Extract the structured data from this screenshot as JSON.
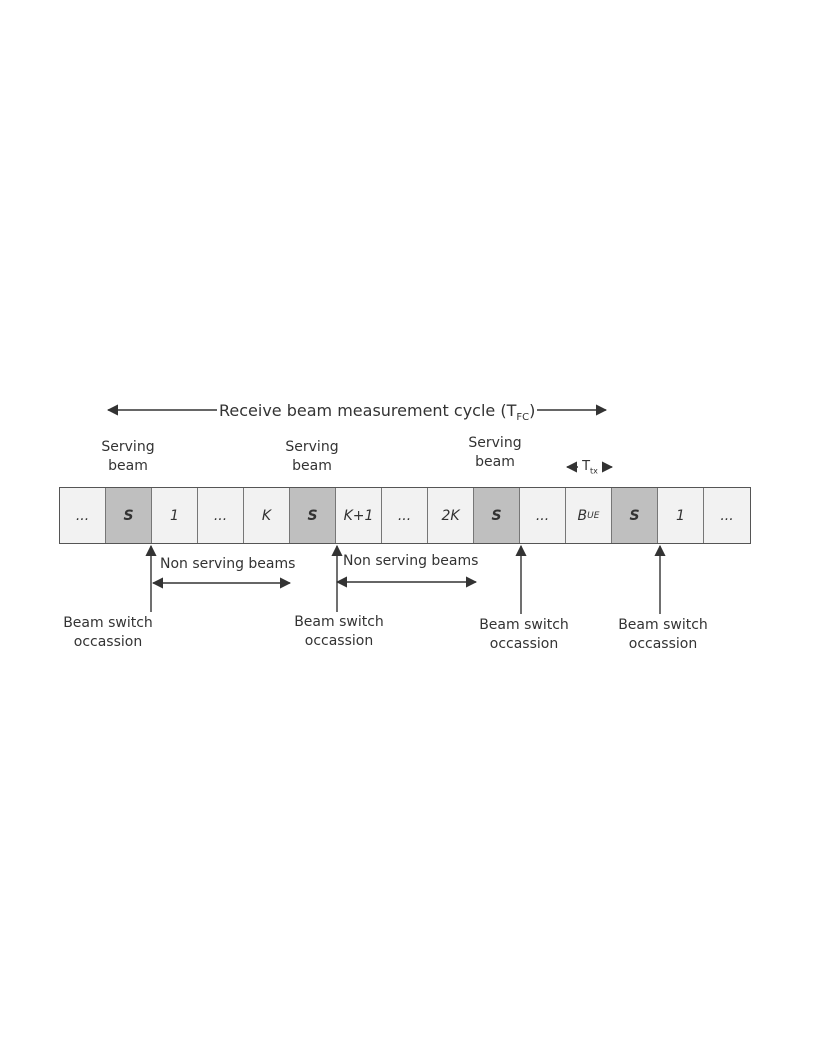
{
  "cycle": {
    "label": "Receive beam measurement cycle (T",
    "sub": "FC",
    "close": ")"
  },
  "serving_labels": [
    {
      "line1": "Serving",
      "line2": "beam"
    },
    {
      "line1": "Serving",
      "line2": "beam"
    },
    {
      "line1": "Serving",
      "line2": "beam"
    }
  ],
  "ttx": {
    "label": "T",
    "sub": "tx"
  },
  "cells": [
    {
      "text": "...",
      "serving": false
    },
    {
      "text": "S",
      "serving": true
    },
    {
      "text": "1",
      "serving": false
    },
    {
      "text": "...",
      "serving": false
    },
    {
      "text": "K",
      "serving": false
    },
    {
      "text": "S",
      "serving": true
    },
    {
      "text": "K+1",
      "serving": false
    },
    {
      "text": "...",
      "serving": false
    },
    {
      "text": "2K",
      "serving": false
    },
    {
      "text": "S",
      "serving": true
    },
    {
      "text": "...",
      "serving": false
    },
    {
      "text": "B",
      "sub": "UE",
      "serving": false
    },
    {
      "text": "S",
      "serving": true
    },
    {
      "text": "1",
      "serving": false
    },
    {
      "text": "...",
      "serving": false
    }
  ],
  "non_serving": [
    {
      "label": "Non serving beams"
    },
    {
      "label": "Non serving beams"
    }
  ],
  "beam_switch": [
    {
      "line1": "Beam switch",
      "line2": "occassion"
    },
    {
      "line1": "Beam switch",
      "line2": "occassion"
    },
    {
      "line1": "Beam switch",
      "line2": "occassion"
    },
    {
      "line1": "Beam switch",
      "line2": "occassion"
    }
  ]
}
